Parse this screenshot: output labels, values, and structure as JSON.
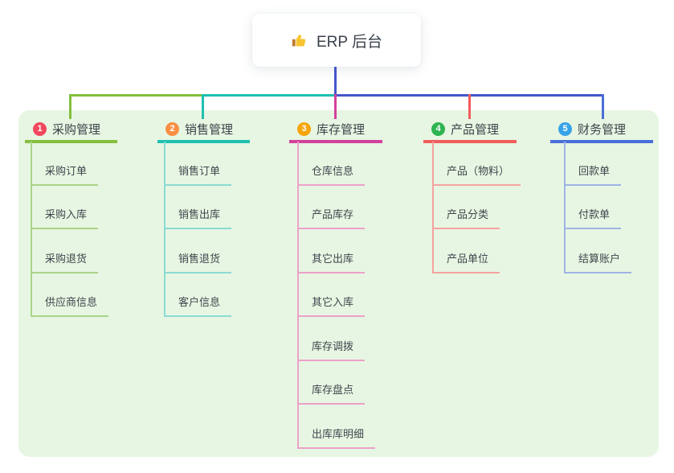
{
  "root": {
    "title": "ERP 后台",
    "icon": "thumbs-up"
  },
  "icons": {
    "thumbs_up": "👍"
  },
  "colors": {
    "page_bg": "#ffffff",
    "panel_bg": "#e7f6e2",
    "root_stem": "#4656cd",
    "text_dark": "#3c434b",
    "text_item": "#3f464e"
  },
  "branches": [
    {
      "number": "1",
      "label": "采购管理",
      "badge_color": "#f1485e",
      "color": "#84bf3e",
      "light_color": "#aad389",
      "items": [
        "采购订单",
        "采购入库",
        "采购退货",
        "供应商信息"
      ]
    },
    {
      "number": "2",
      "label": "销售管理",
      "badge_color": "#fa8e42",
      "color": "#1ec0b0",
      "light_color": "#8bdbd2",
      "items": [
        "销售订单",
        "销售出库",
        "销售退货",
        "客户信息"
      ]
    },
    {
      "number": "3",
      "label": "库存管理",
      "badge_color": "#f6a50a",
      "color": "#d2419d",
      "light_color": "#eda0ca",
      "items": [
        "仓库信息",
        "产品库存",
        "其它出库",
        "其它入库",
        "库存调拨",
        "库存盘点",
        "出库库明细"
      ]
    },
    {
      "number": "4",
      "label": "产品管理",
      "badge_color": "#2db450",
      "color": "#f15c5c",
      "light_color": "#f6a2a2",
      "items": [
        "产品（物料）",
        "产品分类",
        "产品单位"
      ]
    },
    {
      "number": "5",
      "label": "财务管理",
      "badge_color": "#38a3e8",
      "color": "#4a6fd8",
      "light_color": "#9fb3e5",
      "items": [
        "回款单",
        "付款单",
        "结算账户"
      ]
    }
  ]
}
